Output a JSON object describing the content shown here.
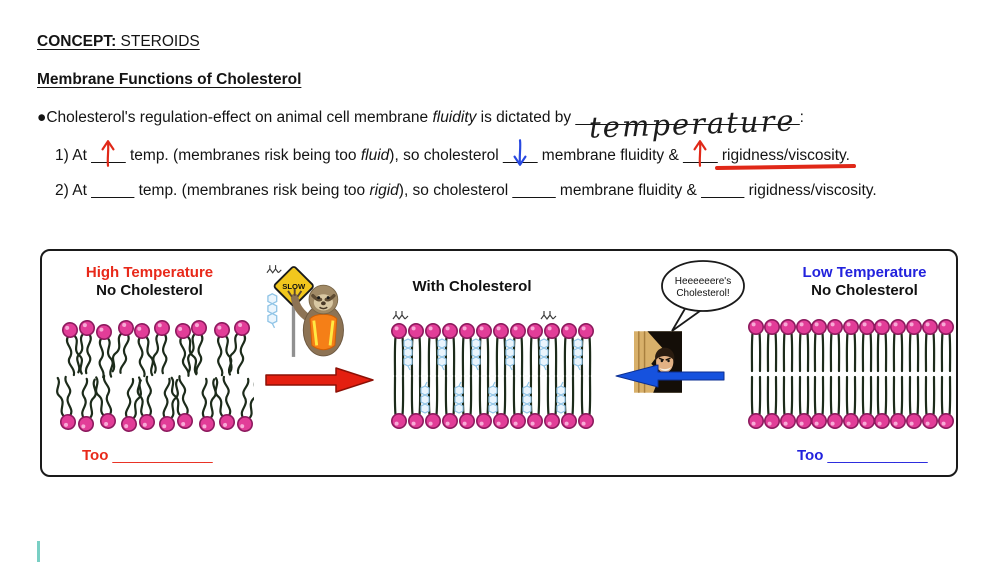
{
  "colors": {
    "high_temp_red": "#e8291a",
    "low_temp_blue": "#2222dd",
    "arrow_red": "#e41f10",
    "arrow_blue": "#1652de",
    "ink_red": "#e02818",
    "ink_blue": "#2848e0",
    "lipid_head_pink": "#e23d98",
    "cholesterol_blue": "#90c4e6"
  },
  "header": {
    "concept_label": "CONCEPT:",
    "concept_value": " STEROIDS",
    "section_title": "Membrane Functions of Cholesterol"
  },
  "bullet": {
    "text_1": "●Cholesterol's regulation-effect on animal cell membrane ",
    "italic_word": "fluidity",
    "text_2": " is dictated by ",
    "blank": "__________________________",
    "handwritten_answer": "temperature",
    "text_3": ":"
  },
  "item_1": {
    "text_1": "1) At ",
    "blank_1": "____",
    "text_2": " temp. (membranes risk being too ",
    "italic_word": "fluid",
    "text_3": "), so cholesterol ",
    "blank_2": "____",
    "text_4": " membrane fluidity & ",
    "blank_3": "____",
    "text_5": " rigidness/viscosity."
  },
  "item_2": {
    "text_1": "2) At ",
    "blank_1": "_____",
    "text_2": " temp. (membranes risk being too ",
    "italic_word": "rigid",
    "text_3": "), so cholesterol ",
    "blank_2": "_____",
    "text_4": " membrane fluidity & ",
    "blank_3": "_____",
    "text_5": " rigidness/viscosity."
  },
  "figure": {
    "left_panel": {
      "title": "High Temperature",
      "subtitle": "No Cholesterol",
      "caption_word": "Too ",
      "caption_blank": "____________"
    },
    "center_panel": {
      "title": "With Cholesterol"
    },
    "right_panel": {
      "title": "Low Temperature",
      "subtitle": "No Cholesterol",
      "caption_word": "Too ",
      "caption_blank": "____________"
    },
    "sloth_sign_text": "SLOW",
    "speech_bubble": {
      "line_1": "Heeeeeere's",
      "line_2": "Cholesterol!"
    }
  }
}
